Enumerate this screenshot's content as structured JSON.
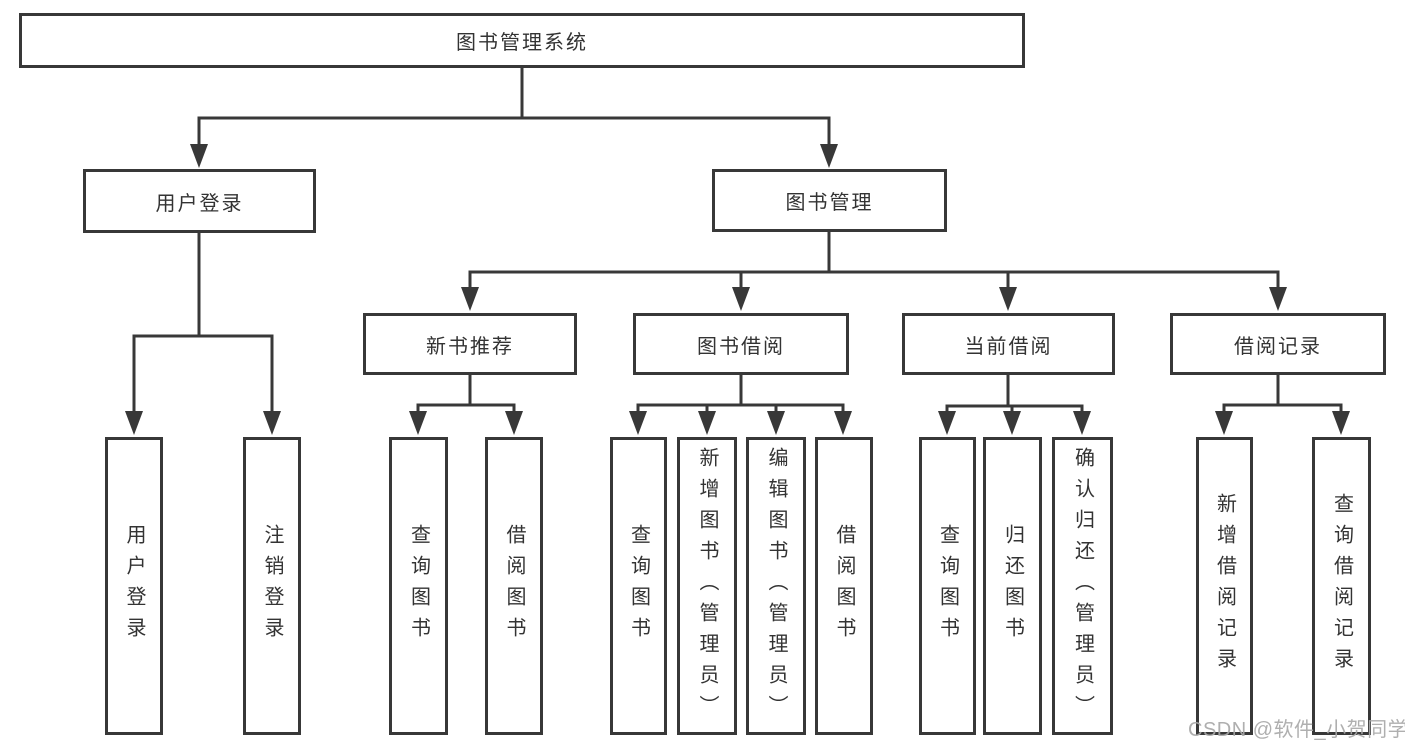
{
  "title": "图书管理系统",
  "tree": {
    "root": {
      "label": "图书管理系统"
    },
    "children": [
      {
        "label": "用户登录",
        "children": [
          {
            "label": "用户登录"
          },
          {
            "label": "注销登录"
          }
        ]
      },
      {
        "label": "图书管理",
        "children": [
          {
            "label": "新书推荐",
            "children": [
              {
                "label": "查询图书"
              },
              {
                "label": "借阅图书"
              }
            ]
          },
          {
            "label": "图书借阅",
            "children": [
              {
                "label": "查询图书"
              },
              {
                "label": "新增图书（管理员）"
              },
              {
                "label": "编辑图书（管理员）"
              },
              {
                "label": "借阅图书"
              }
            ]
          },
          {
            "label": "当前借阅",
            "children": [
              {
                "label": "查询图书"
              },
              {
                "label": "归还图书"
              },
              {
                "label": "确认归还（管理员）"
              }
            ]
          },
          {
            "label": "借阅记录",
            "children": [
              {
                "label": "新增借阅记录"
              },
              {
                "label": "查询借阅记录"
              }
            ]
          }
        ]
      }
    ]
  },
  "watermark": {
    "text": "CSDN @软件_小贺同学"
  },
  "colors": {
    "line": "#383838",
    "box_border": "#383838",
    "text": "#333333",
    "watermark": "#a8a8a8",
    "background": "#ffffff"
  }
}
